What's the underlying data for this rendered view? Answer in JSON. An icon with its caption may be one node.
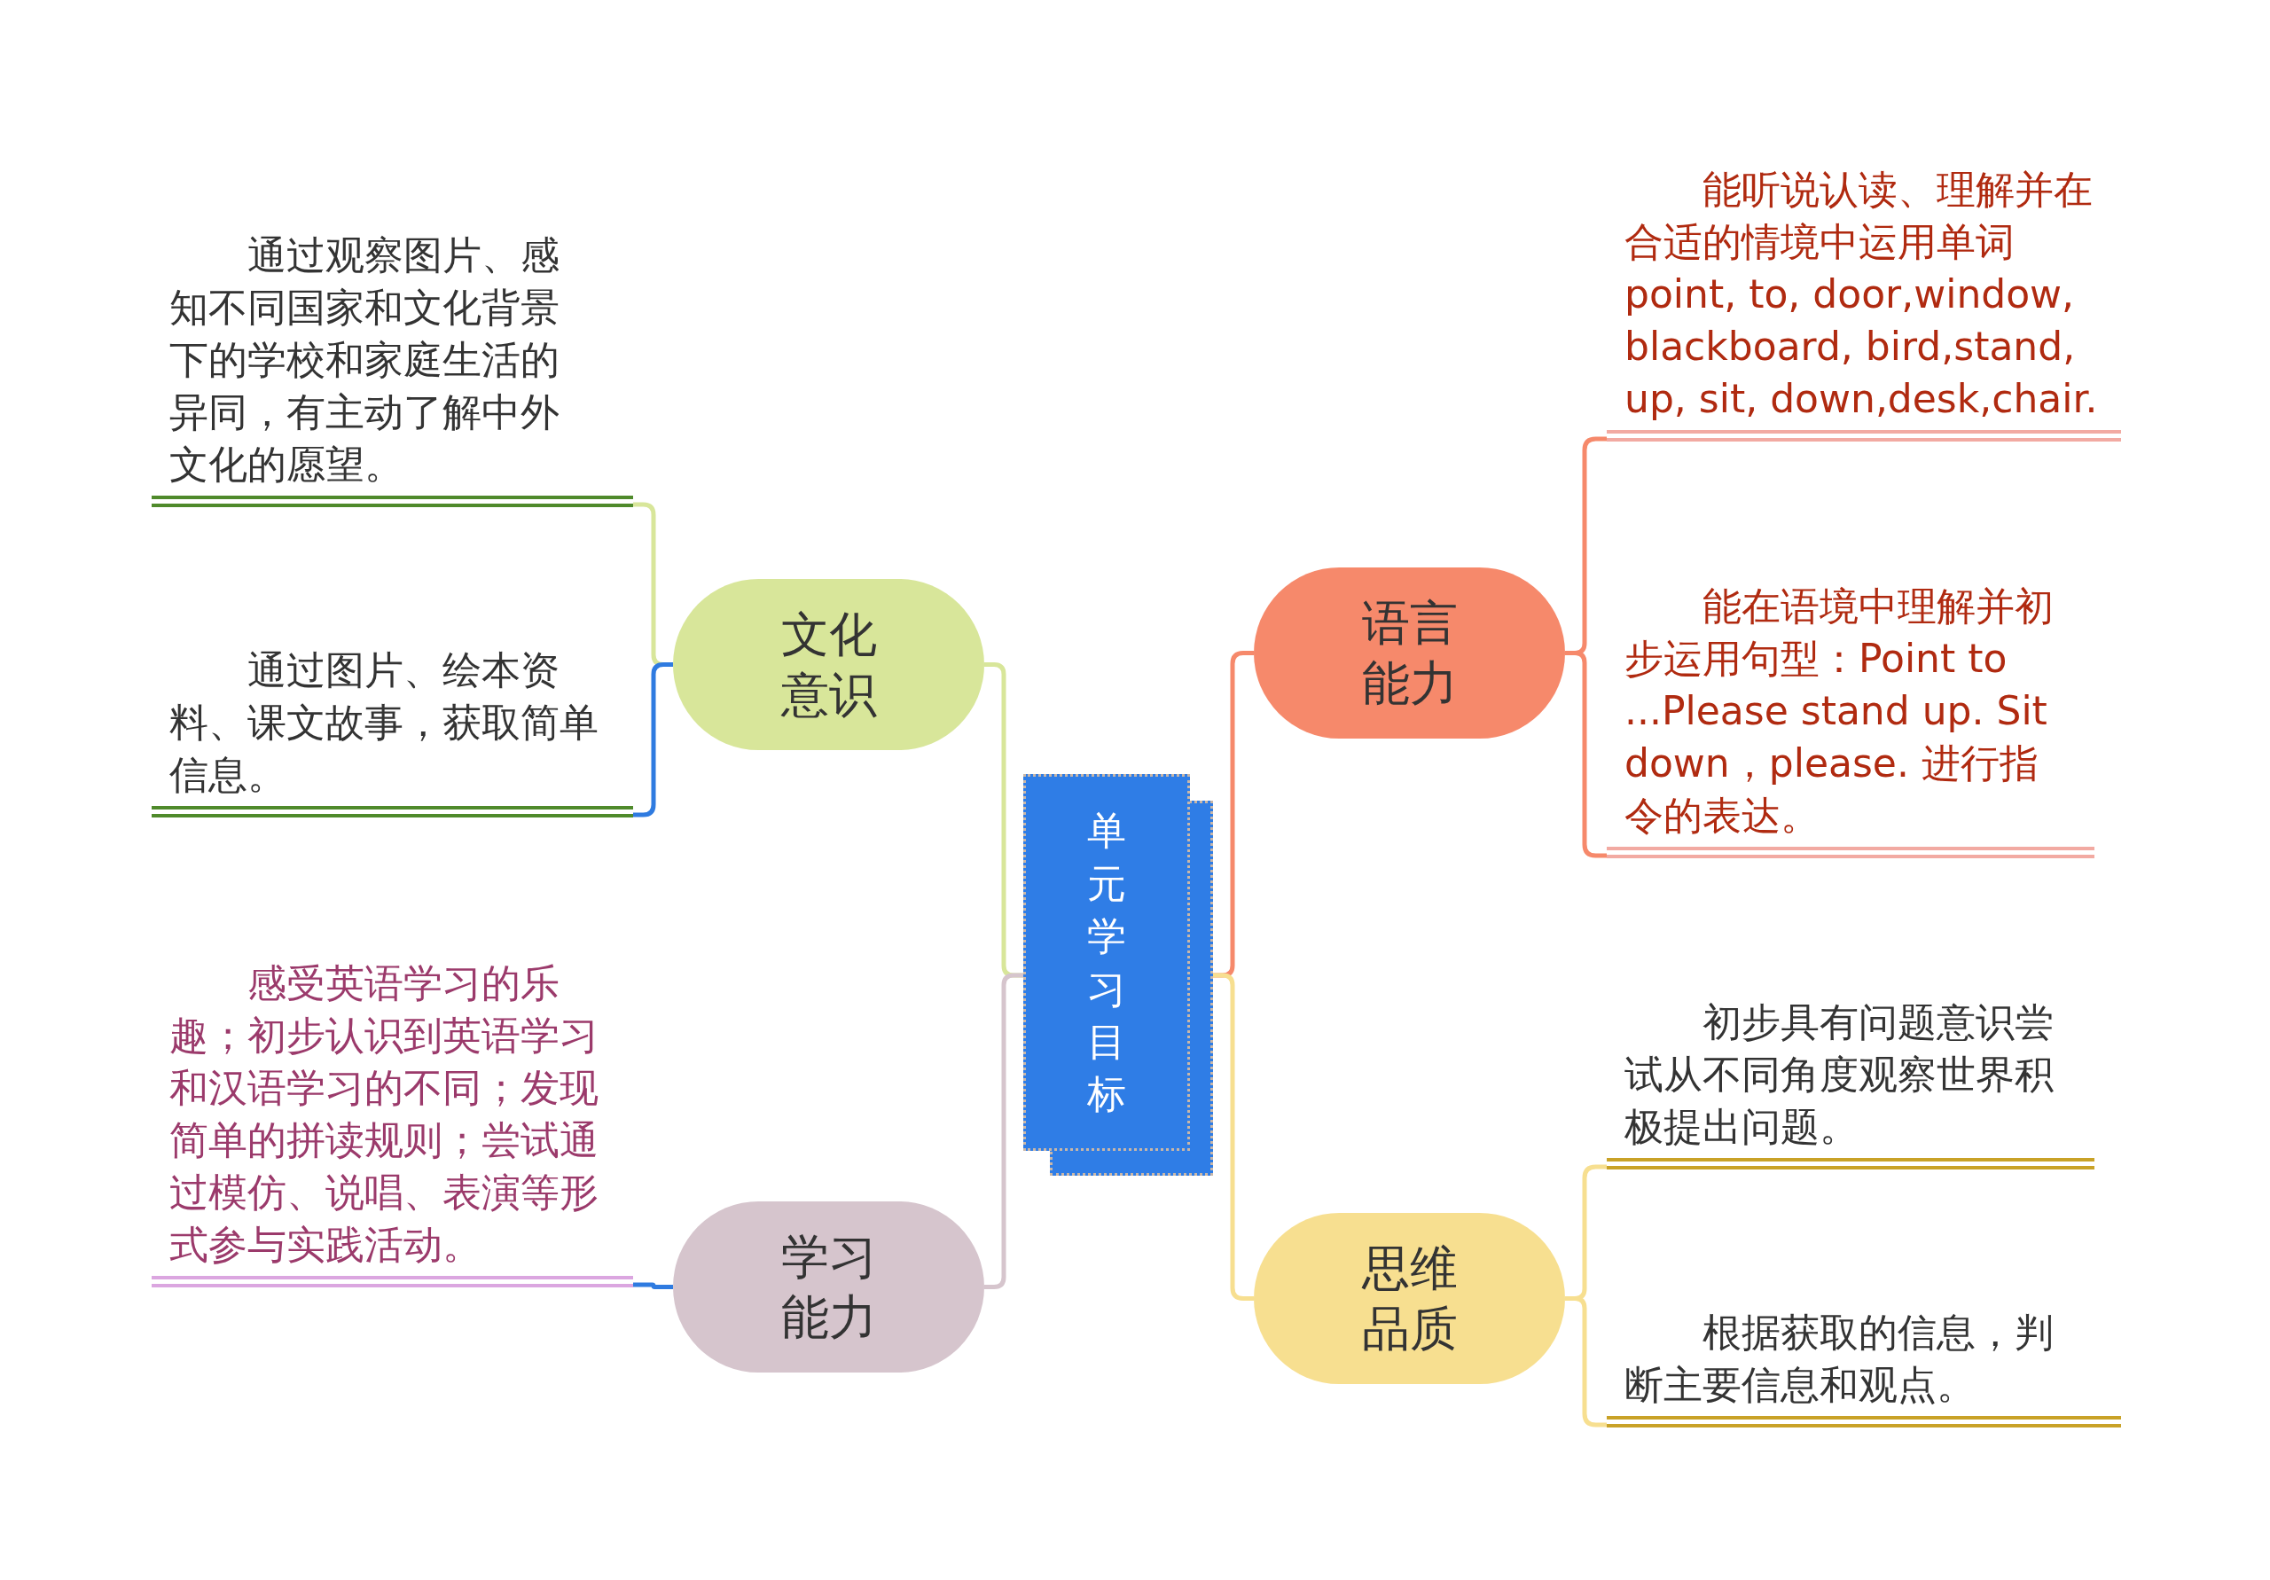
{
  "diagram": {
    "nodes": [
      {
        "text": [
          "单元学习目标"
        ]
      },
      {
        "text": [
          "文化意识"
        ]
      },
      {
        "text": [
          "通过观察图片、感知不同国家和文化背景下的学校和家庭生活的异同，有主动了解中外文化的愿望。"
        ]
      },
      {
        "text": [
          "通过图片、绘本资料、课文故事，获取简单信息。"
        ]
      },
      {
        "text": [
          "学习能力"
        ]
      },
      {
        "text": [
          "感受英语学习的乐趣；初步认识到英语学习和汉语学习的不同；发现简单的拼读规则；尝试通过模仿、说唱、表演等形式参与实践活动。"
        ]
      },
      {
        "text": [
          "语言能力"
        ]
      },
      {
        "text": [
          "能听说认读、理解并在合适的情境中运用单词point, to, door,window, blackboard, bird,stand, up, sit, down,desk,chair."
        ]
      },
      {
        "text": [
          "能在语境中理解并初步运用句型：Point to ...Please stand up. Sit down，please. 进行指令的表达。"
        ]
      },
      {
        "text": [
          "思维品质"
        ]
      },
      {
        "text": [
          "初步具有问题意识尝试从不同角度观察世界积极提出问题。"
        ]
      },
      {
        "text": [
          "根据获取的信息，判断主要信息和观点。"
        ]
      }
    ],
    "edges": [
      {
        "from": 0,
        "to": 1,
        "arrow": "none",
        "color": "#d8e69a"
      },
      {
        "from": 0,
        "to": 4,
        "arrow": "none",
        "color": "#d6c5cd"
      },
      {
        "from": 0,
        "to": 6,
        "arrow": "none",
        "color": "#f6896b"
      },
      {
        "from": 0,
        "to": 9,
        "arrow": "none",
        "color": "#f7df90"
      },
      {
        "from": 1,
        "to": 2,
        "arrow": "none",
        "color": "#d8e69a"
      },
      {
        "from": 1,
        "to": 3,
        "arrow": "none",
        "color": "#2f7be0"
      },
      {
        "from": 4,
        "to": 5,
        "arrow": "none",
        "color": "#2f7be0"
      },
      {
        "from": 6,
        "to": 7,
        "arrow": "none",
        "color": "#f6896b"
      },
      {
        "from": 6,
        "to": 8,
        "arrow": "none",
        "color": "#f6896b"
      },
      {
        "from": 9,
        "to": 10,
        "arrow": "none",
        "color": "#f7df90"
      },
      {
        "from": 9,
        "to": 11,
        "arrow": "none",
        "color": "#f7df90"
      }
    ]
  }
}
